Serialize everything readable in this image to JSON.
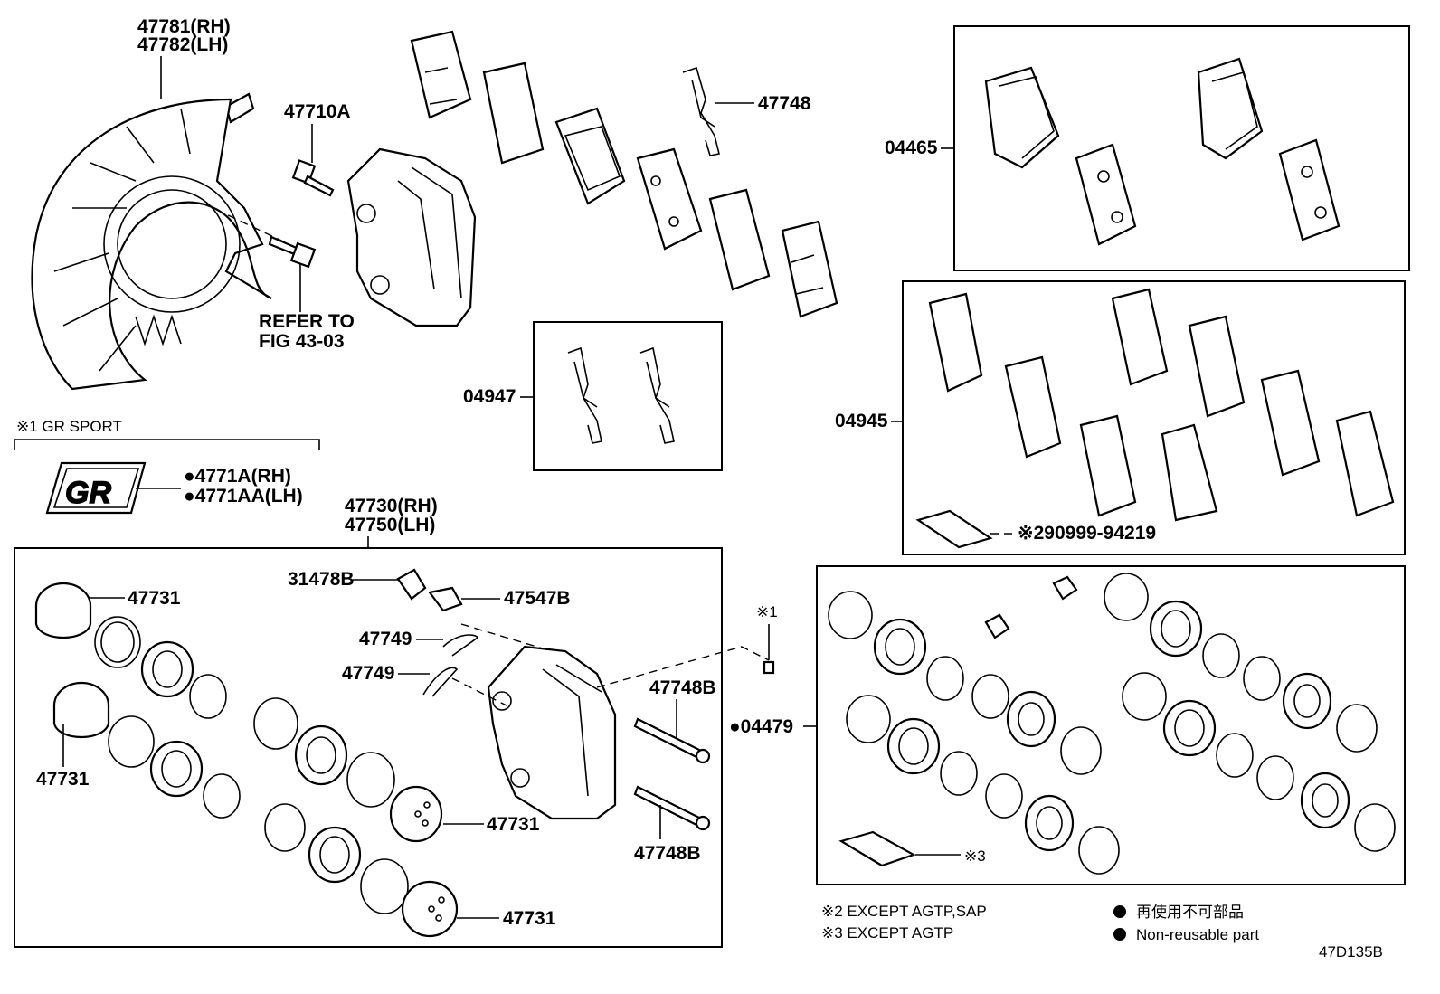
{
  "labels": {
    "shield_rh": "47781(RH)",
    "shield_lh": "47782(LH)",
    "bolt": "47710A",
    "refer_line1": "REFER TO",
    "refer_line2": "FIG 43-03",
    "anti_squeal_shim": "47748",
    "pad_kit_a": "04465",
    "clip_kit": "04947",
    "pad_kit_b": "04945",
    "grease": "※290999-94219",
    "gr_sport_note": "※1 GR SPORT",
    "emblem_rh": "●4771A(RH)",
    "emblem_lh": "●4771AA(LH)",
    "caliper_rh": "47730(RH)",
    "caliper_lh": "47750(LH)",
    "bleeder_cap": "31478B",
    "bleeder_plug": "47547B",
    "clip_1": "47749",
    "clip_2": "47749",
    "pin_1": "47748B",
    "pin_2": "47748B",
    "piston_1": "47731",
    "piston_2": "47731",
    "piston_3": "47731",
    "piston_4": "47731",
    "note_mark_1": "※1",
    "seal_kit": "●04479",
    "note_mark_3": "※3"
  },
  "notes": {
    "note2": "※2 EXCEPT AGTP,SAP",
    "note3": "※3 EXCEPT AGTP"
  },
  "legend": {
    "jp": "再使用不可部品",
    "en": "Non-reusable part"
  },
  "figure_code": "47D135B",
  "emblem_text": "GR"
}
